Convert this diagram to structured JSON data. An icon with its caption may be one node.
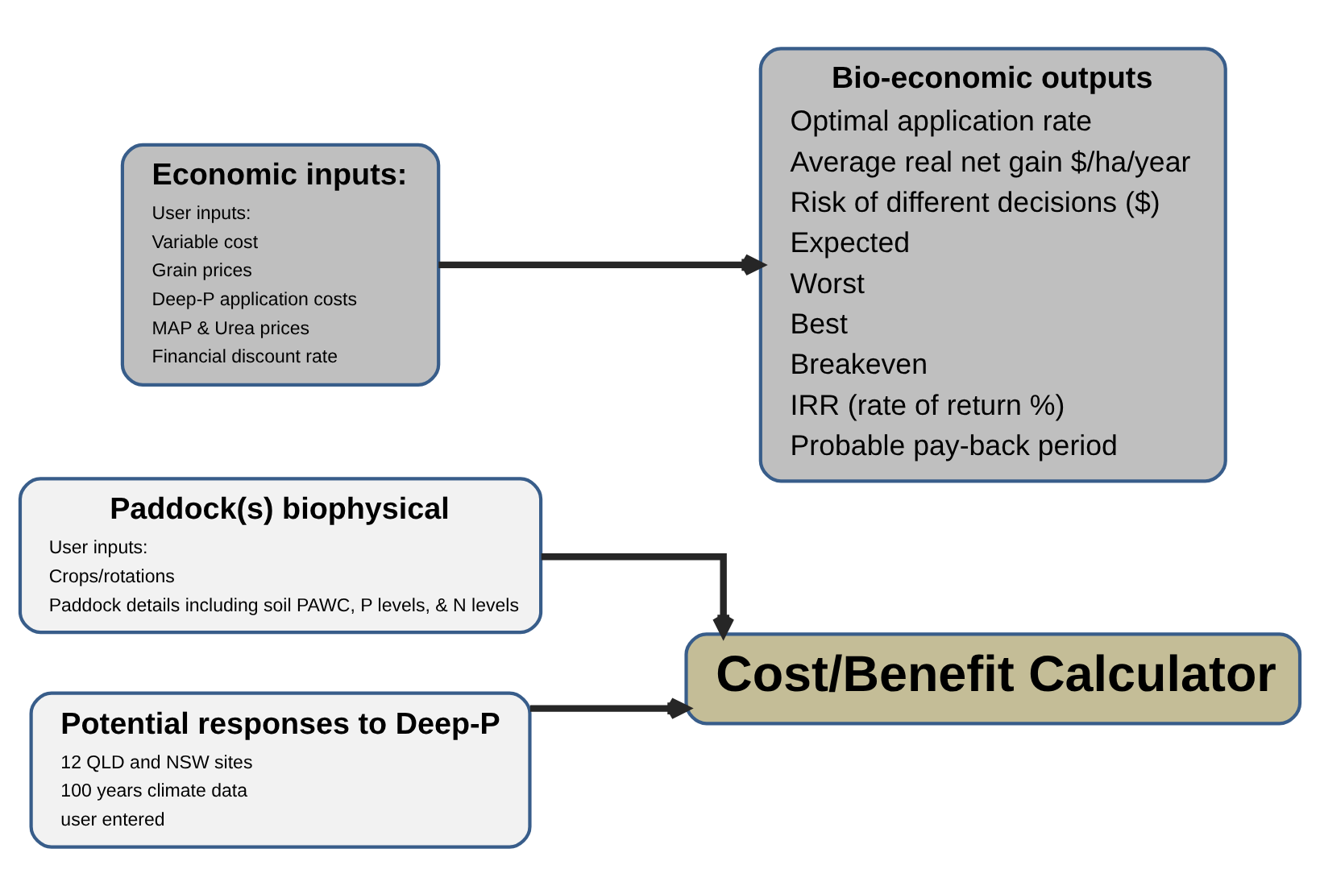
{
  "diagram": {
    "nodes": [
      {
        "text": [
          "Paddock(s) biophysical",
          "User inputs:",
          "Crops/rotations",
          "Paddock details including soil PAWC, P levels, & N levels"
        ]
      },
      {
        "text": [
          "Cost/Benefit Calculator"
        ]
      },
      {
        "text": [
          "Potential responses to Deep-P",
          "12 QLD and NSW sites",
          "100 years climate data",
          "user entered"
        ]
      },
      {
        "text": [
          "Bio-economic outputs",
          "Optimal application rate",
          "Average real net gain $/ha/year",
          "Risk of different decisions ($)",
          "Expected",
          "Worst",
          "Best",
          "Breakeven",
          "IRR (rate of return %)",
          "Probable pay-back period"
        ]
      },
      {
        "text": [
          "Economic inputs:",
          "User inputs:",
          "Variable cost",
          "Grain prices",
          "Deep-P application costs",
          "MAP & Urea prices",
          "Financial discount rate"
        ]
      }
    ],
    "edges": [
      {
        "from": 0,
        "to": 1,
        "arrow": "to"
      },
      {
        "from": 2,
        "to": 1,
        "arrow": "to"
      },
      {
        "from": 4,
        "to": 3,
        "arrow": "to"
      }
    ]
  }
}
